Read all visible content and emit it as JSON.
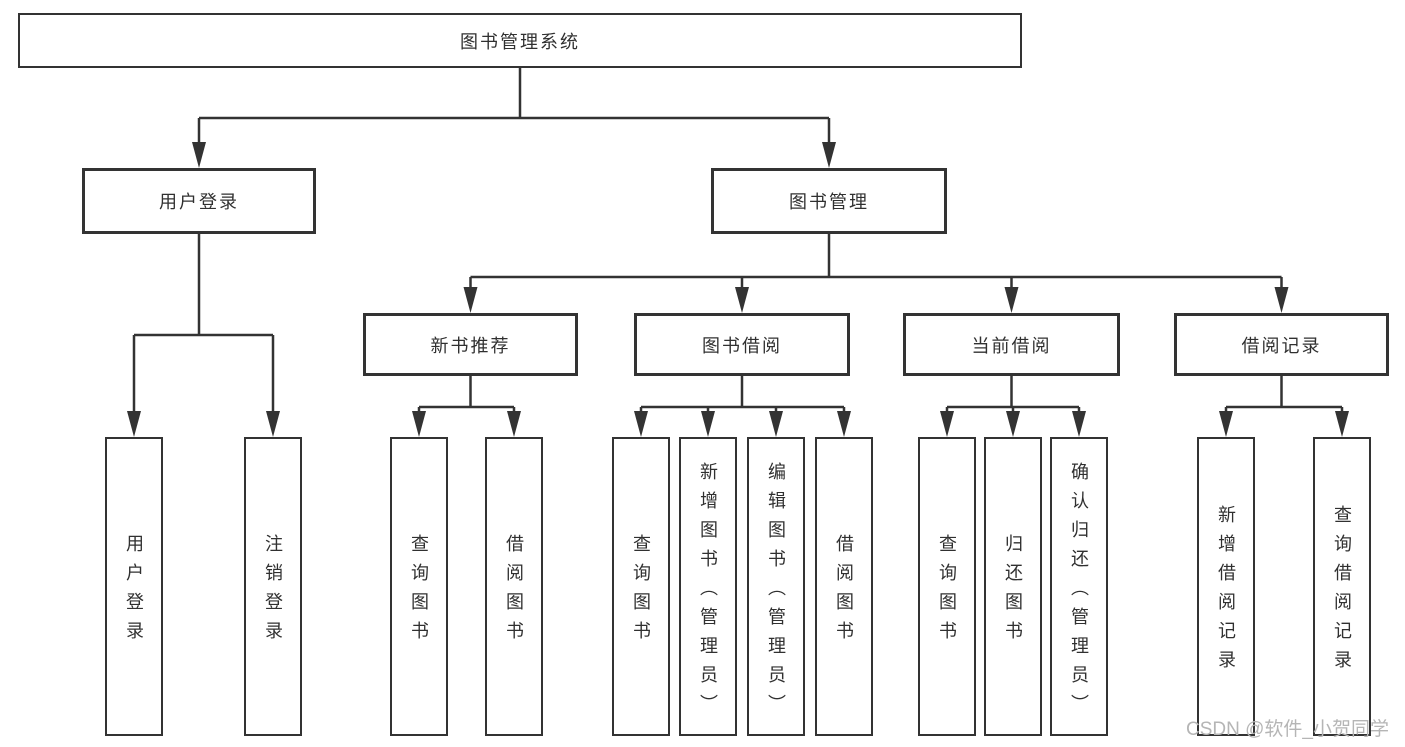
{
  "diagram": {
    "root": {
      "label": "图书管理系统"
    },
    "branches": [
      {
        "label": "用户登录",
        "children": [
          {
            "label": "用户登录"
          },
          {
            "label": "注销登录"
          }
        ]
      },
      {
        "label": "图书管理",
        "children": [
          {
            "label": "新书推荐",
            "children": [
              {
                "label": "查询图书"
              },
              {
                "label": "借阅图书"
              }
            ]
          },
          {
            "label": "图书借阅",
            "children": [
              {
                "label": "查询图书"
              },
              {
                "label": "新增图书（管理员）"
              },
              {
                "label": "编辑图书（管理员）"
              },
              {
                "label": "借阅图书"
              }
            ]
          },
          {
            "label": "当前借阅",
            "children": [
              {
                "label": "查询图书"
              },
              {
                "label": "归还图书"
              },
              {
                "label": "确认归还（管理员）"
              }
            ]
          },
          {
            "label": "借阅记录",
            "children": [
              {
                "label": "新增借阅记录"
              },
              {
                "label": "查询借阅记录"
              }
            ]
          }
        ]
      }
    ]
  },
  "watermark": {
    "text": "CSDN @软件_小贺同学"
  },
  "colors": {
    "line": "#333333",
    "text": "#303030",
    "watermark": "#b5b5b5",
    "background": "#ffffff"
  }
}
